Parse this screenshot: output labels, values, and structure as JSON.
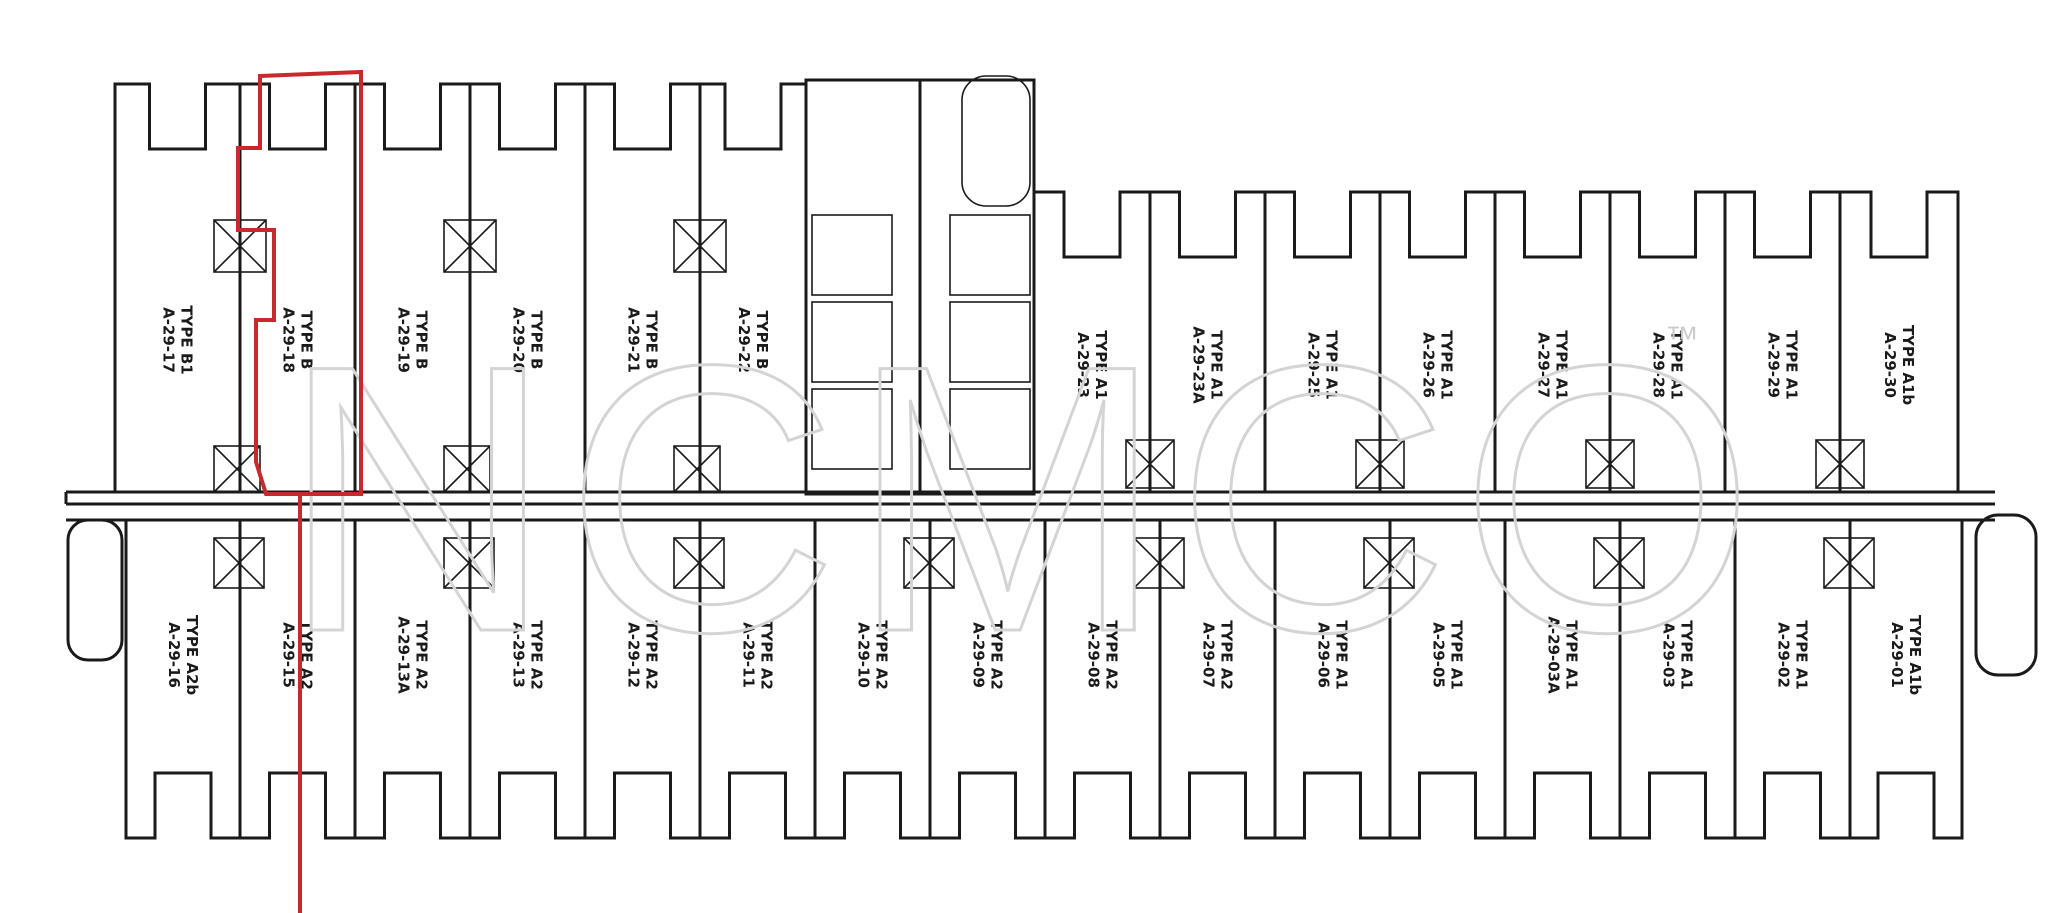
{
  "watermark": {
    "text": "NCMCO",
    "tm": "™"
  },
  "colors": {
    "line": "#1a1a1a",
    "highlight": "#c9282d",
    "watermark": "#d4d4d4"
  },
  "highlighted_unit": "A-29-18",
  "units_top": [
    {
      "type": "TYPE B1",
      "code": "A-29-17"
    },
    {
      "type": "TYPE B",
      "code": "A-29-18"
    },
    {
      "type": "TYPE B",
      "code": "A-29-19"
    },
    {
      "type": "TYPE B",
      "code": "A-29-20"
    },
    {
      "type": "TYPE B",
      "code": "A-29-21"
    },
    {
      "type": "TYPE B",
      "code": "A-29-22"
    },
    {
      "type": "TYPE A1",
      "code": "A-29-23"
    },
    {
      "type": "TYPE A1",
      "code": "A-29-23A"
    },
    {
      "type": "TYPE A1",
      "code": "A-29-25"
    },
    {
      "type": "TYPE A1",
      "code": "A-29-26"
    },
    {
      "type": "TYPE A1",
      "code": "A-29-27"
    },
    {
      "type": "TYPE A1",
      "code": "A-29-28"
    },
    {
      "type": "TYPE A1",
      "code": "A-29-29"
    },
    {
      "type": "TYPE A1b",
      "code": "A-29-30"
    }
  ],
  "units_bottom": [
    {
      "type": "TYPE A2b",
      "code": "A-29-16"
    },
    {
      "type": "TYPE A2",
      "code": "A-29-15"
    },
    {
      "type": "TYPE A2",
      "code": "A-29-13A"
    },
    {
      "type": "TYPE A2",
      "code": "A-29-13"
    },
    {
      "type": "TYPE A2",
      "code": "A-29-12"
    },
    {
      "type": "TYPE A2",
      "code": "A-29-11"
    },
    {
      "type": "TYPE A2",
      "code": "A-29-10"
    },
    {
      "type": "TYPE A2",
      "code": "A-29-09"
    },
    {
      "type": "TYPE A2",
      "code": "A-29-08"
    },
    {
      "type": "TYPE A2",
      "code": "A-29-07"
    },
    {
      "type": "TYPE A1",
      "code": "A-29-06"
    },
    {
      "type": "TYPE A1",
      "code": "A-29-05"
    },
    {
      "type": "TYPE A1",
      "code": "A-29-03A"
    },
    {
      "type": "TYPE A1",
      "code": "A-29-03"
    },
    {
      "type": "TYPE A1",
      "code": "A-29-02"
    },
    {
      "type": "TYPE A1b",
      "code": "A-29-01"
    }
  ]
}
